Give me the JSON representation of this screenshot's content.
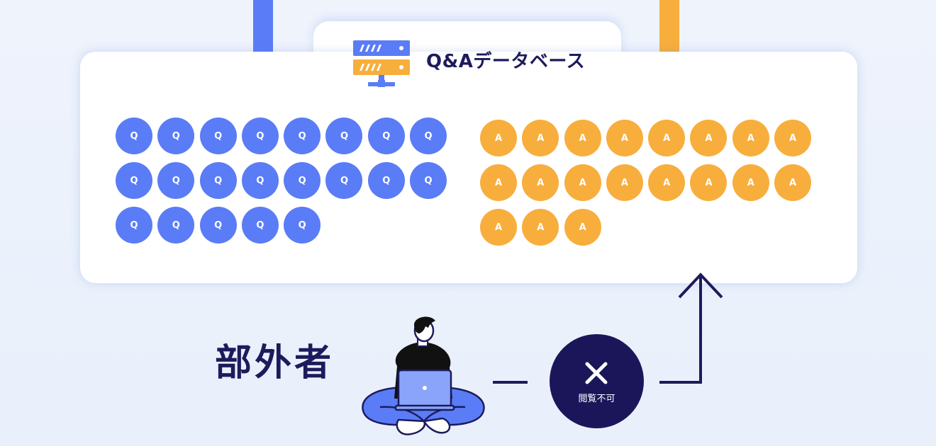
{
  "database": {
    "title": "Q&Aデータベース"
  },
  "questions": {
    "label": "Q",
    "count": 21,
    "color": "#5a7cf6"
  },
  "answers": {
    "label": "A",
    "count": 19,
    "color": "#f8ae3c"
  },
  "outsider": {
    "label": "部外者"
  },
  "access": {
    "label": "閲覧不可",
    "icon": "x-icon"
  },
  "colors": {
    "navy": "#1d1b5c",
    "blue": "#5a7cf6",
    "orange": "#f8ae3c"
  }
}
